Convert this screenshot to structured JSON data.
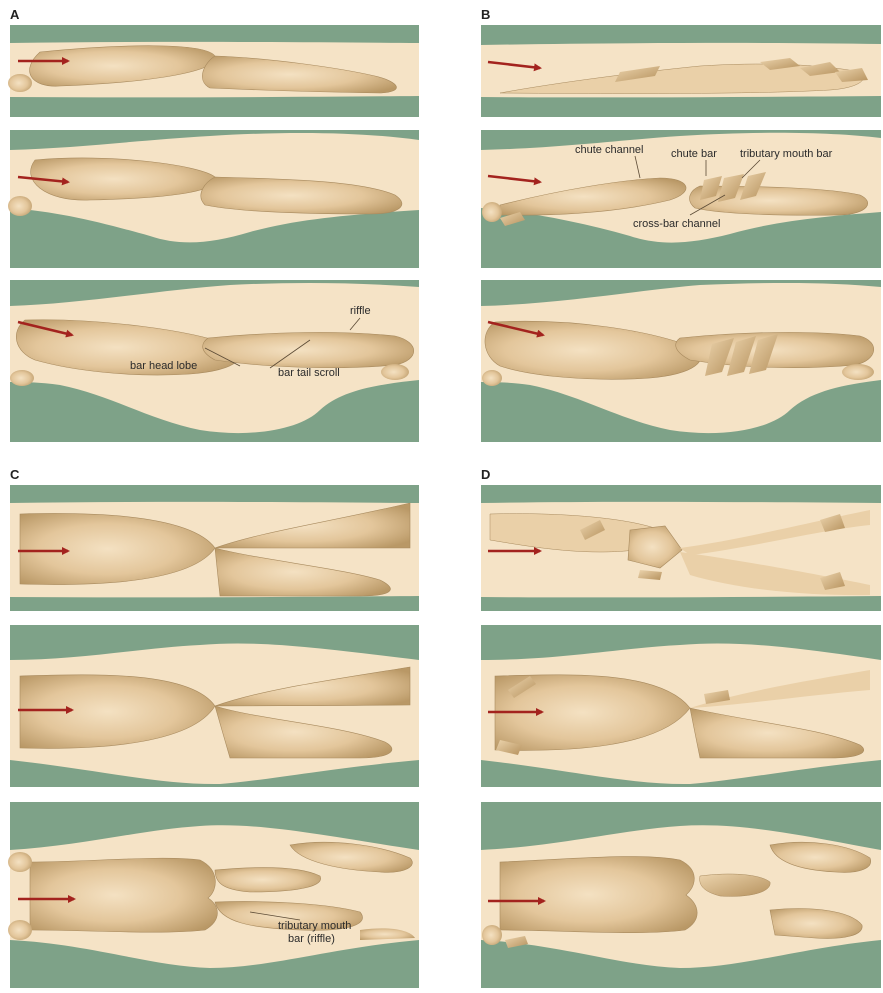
{
  "panels": [
    {
      "id": "A",
      "label": "A"
    },
    {
      "id": "B",
      "label": "B"
    },
    {
      "id": "C",
      "label": "C"
    },
    {
      "id": "D",
      "label": "D"
    }
  ],
  "annotations": {
    "riffle": "riffle",
    "bar_head_lobe": "bar head lobe",
    "bar_tail_scroll": "bar tail scroll",
    "chute_channel": "chute channel",
    "chute_bar": "chute bar",
    "tributary_mouth_bar": "tributary mouth bar",
    "cross_bar_channel": "cross-bar channel",
    "tributary_mouth_bar_riffle_1": "tributary mouth",
    "tributary_mouth_bar_riffle_2": "bar (riffle)"
  },
  "colors": {
    "bank": "#7ea288",
    "water": "#f5e3c6",
    "bar": "#d9bb8c",
    "bar_light": "#f3dfbf",
    "bar_dark": "#bd9c6c",
    "flow_arrow": "#a3231e"
  },
  "icons": {
    "flow_arrow": "flow-direction-arrow"
  }
}
